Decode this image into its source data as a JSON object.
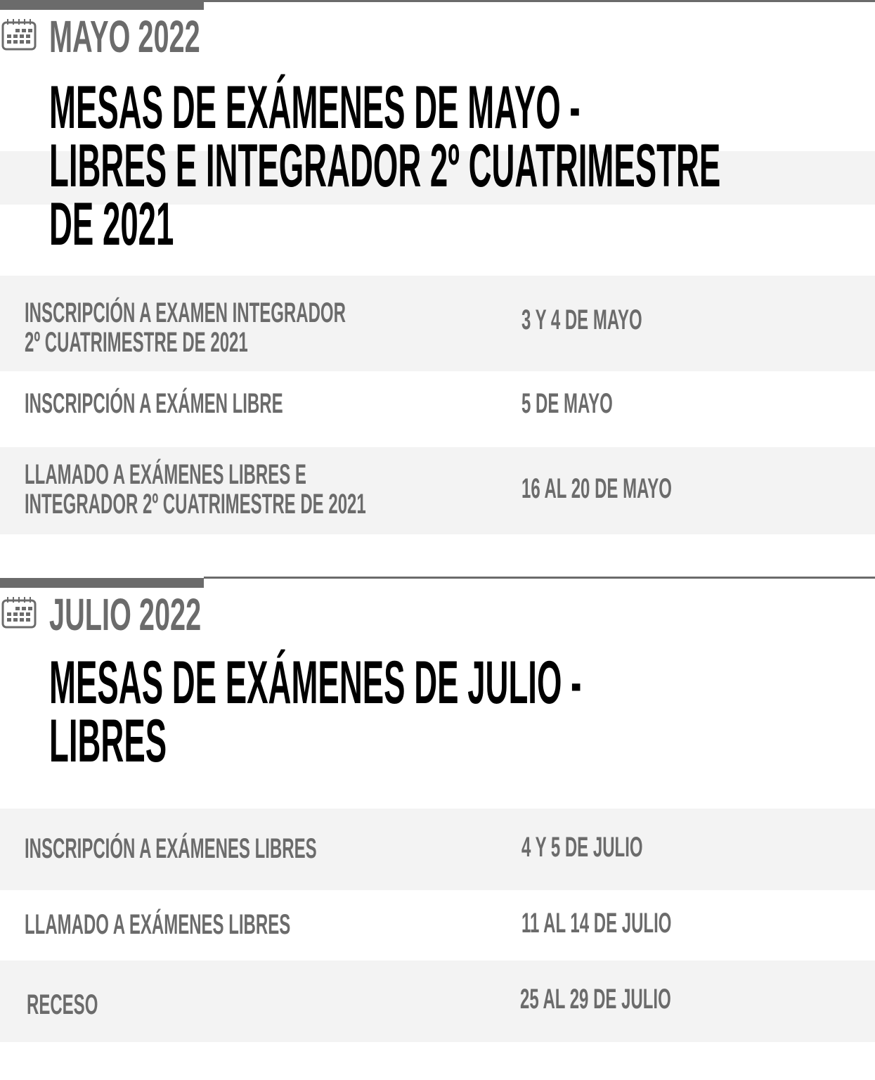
{
  "sections": [
    {
      "heading": "MAYO 2022",
      "title_lines": [
        "MESAS DE EXÁMENES DE MAYO -",
        "LIBRES E INTEGRADOR 2º CUATRIMESTRE",
        "DE 2021"
      ],
      "rows": [
        {
          "label_lines": [
            "INSCRIPCIÓN A EXAMEN INTEGRADOR",
            "2º CUATRIMESTRE DE 2021"
          ],
          "value": "3 Y 4 DE MAYO"
        },
        {
          "label_lines": [
            "INSCRIPCIÓN A EXÁMEN LIBRE"
          ],
          "value": "5 DE MAYO"
        },
        {
          "label_lines": [
            "LLAMADO A EXÁMENES LIBRES E",
            "INTEGRADOR 2º CUATRIMESTRE DE 2021"
          ],
          "value": "16 AL 20 DE MAYO"
        }
      ]
    },
    {
      "heading": "JULIO 2022",
      "title_lines": [
        "MESAS DE EXÁMENES DE JULIO -",
        "LIBRES"
      ],
      "rows": [
        {
          "label_lines": [
            "INSCRIPCIÓN A EXÁMENES LIBRES"
          ],
          "value": "4 Y 5 DE JULIO"
        },
        {
          "label_lines": [
            "LLAMADO A EXÁMENES LIBRES"
          ],
          "value": "11 AL 14 DE JULIO"
        },
        {
          "label_lines": [
            "RECESO"
          ],
          "value": "25 AL 29 DE JULIO"
        }
      ]
    }
  ],
  "icons": {
    "calendar": "calendar-icon"
  },
  "colors": {
    "accent": "#6b6b6b",
    "row_bg": "#f3f3f3"
  }
}
